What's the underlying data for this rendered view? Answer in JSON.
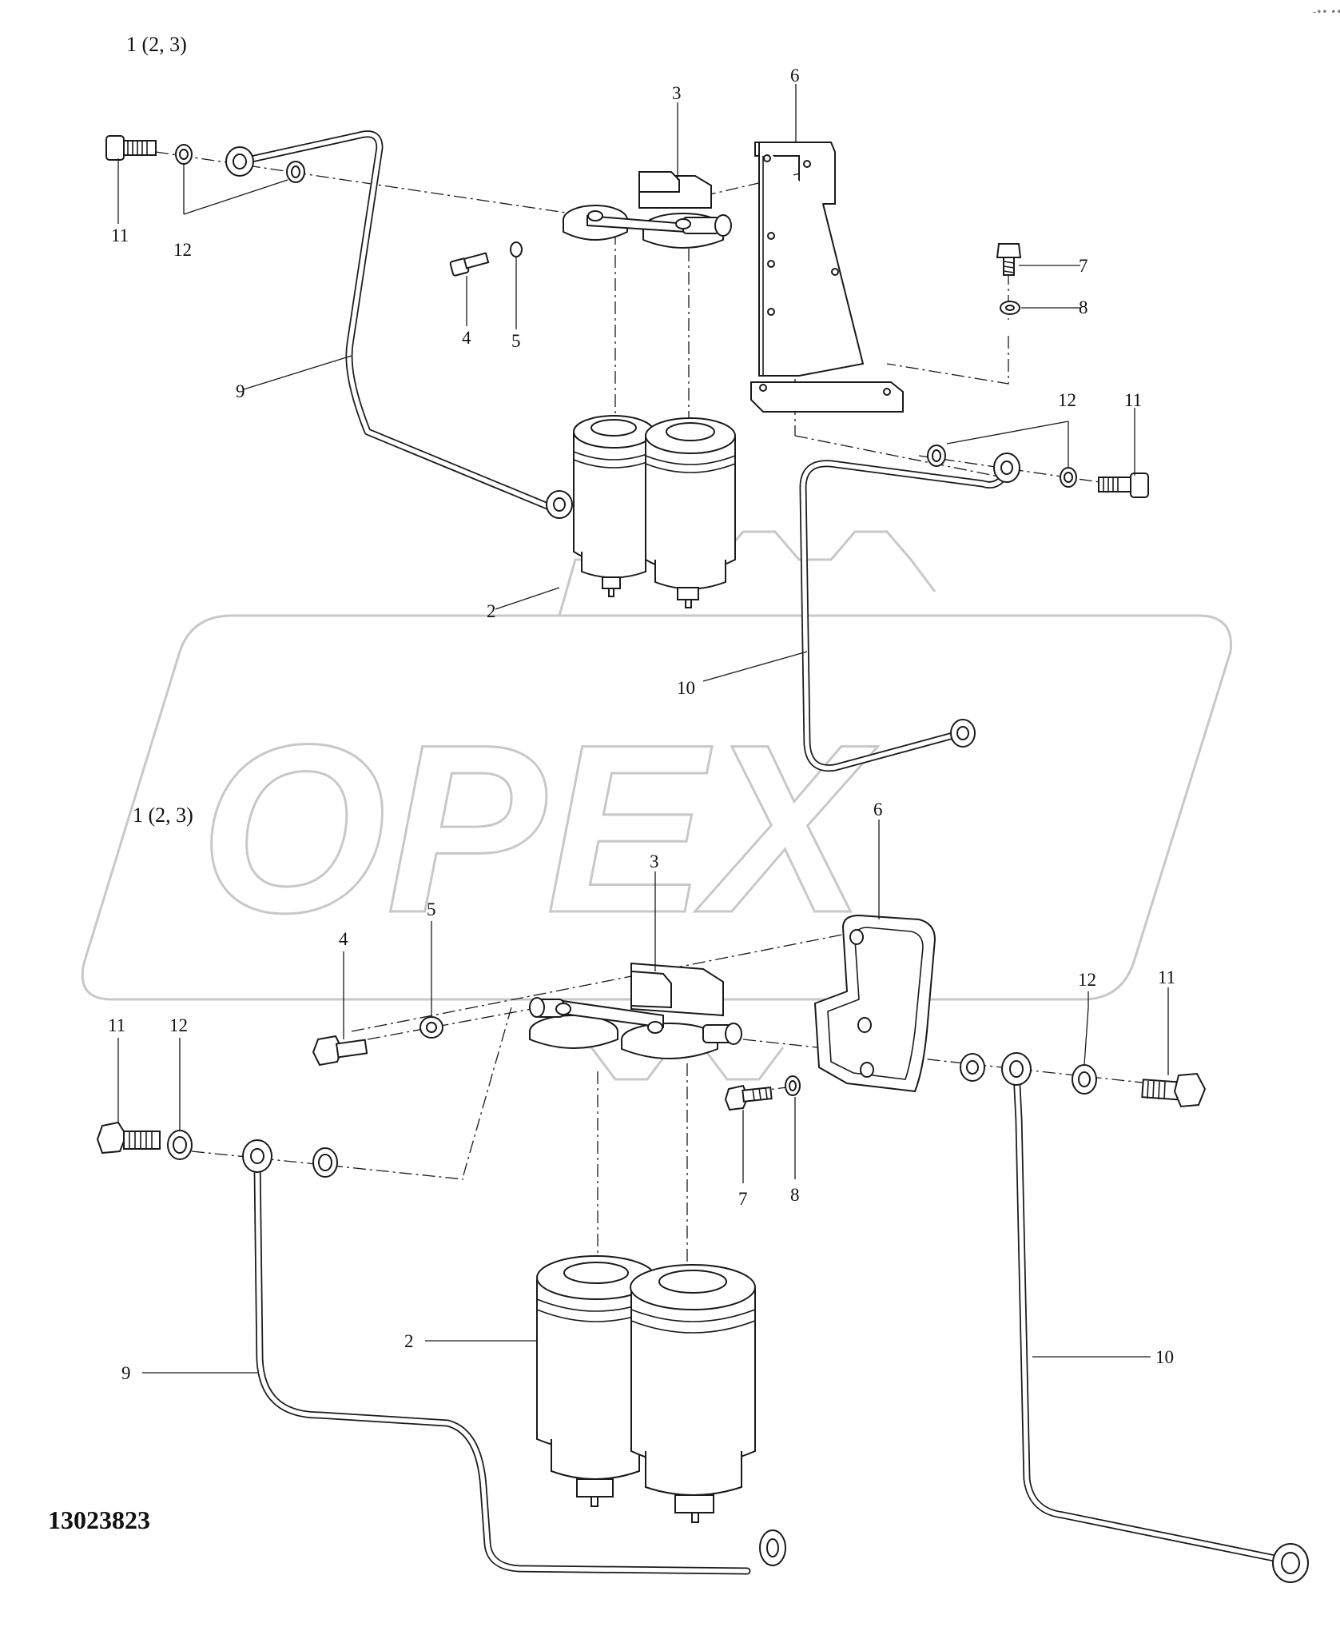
{
  "diagram": {
    "document_code": "13023823",
    "watermark_text": "OPEX",
    "corner_mark": "-•• •••",
    "top_view": {
      "group_label": "1 (2, 3)",
      "callouts": [
        "2",
        "3",
        "4",
        "5",
        "6",
        "7",
        "8",
        "9",
        "10",
        "11",
        "12",
        "12",
        "11"
      ]
    },
    "bottom_view": {
      "group_label": "1 (2, 3)",
      "callouts": [
        "2",
        "3",
        "4",
        "5",
        "6",
        "7",
        "8",
        "9",
        "10",
        "11",
        "12",
        "12",
        "11"
      ]
    }
  }
}
